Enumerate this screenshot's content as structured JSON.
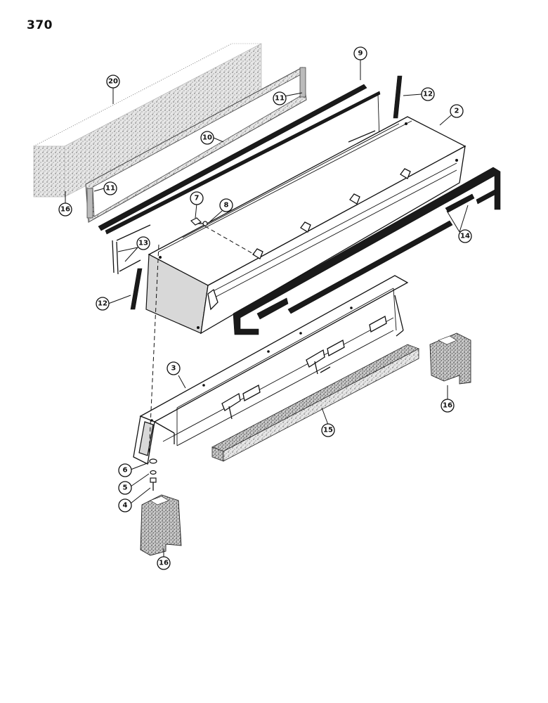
{
  "page_number": "370",
  "callouts": [
    {
      "id": "c20",
      "label": "20"
    },
    {
      "id": "c11a",
      "label": "11"
    },
    {
      "id": "c10",
      "label": "10"
    },
    {
      "id": "c11b",
      "label": "11"
    },
    {
      "id": "c16a",
      "label": "16"
    },
    {
      "id": "c9",
      "label": "9"
    },
    {
      "id": "c12a",
      "label": "12"
    },
    {
      "id": "c2",
      "label": "2"
    },
    {
      "id": "c7",
      "label": "7"
    },
    {
      "id": "c8",
      "label": "8"
    },
    {
      "id": "c13",
      "label": "13"
    },
    {
      "id": "c14",
      "label": "14"
    },
    {
      "id": "c12b",
      "label": "12"
    },
    {
      "id": "c3",
      "label": "3"
    },
    {
      "id": "c16b",
      "label": "16"
    },
    {
      "id": "c15",
      "label": "15"
    },
    {
      "id": "c6",
      "label": "6"
    },
    {
      "id": "c5",
      "label": "5"
    },
    {
      "id": "c4",
      "label": "4"
    },
    {
      "id": "c16c",
      "label": "16"
    }
  ]
}
